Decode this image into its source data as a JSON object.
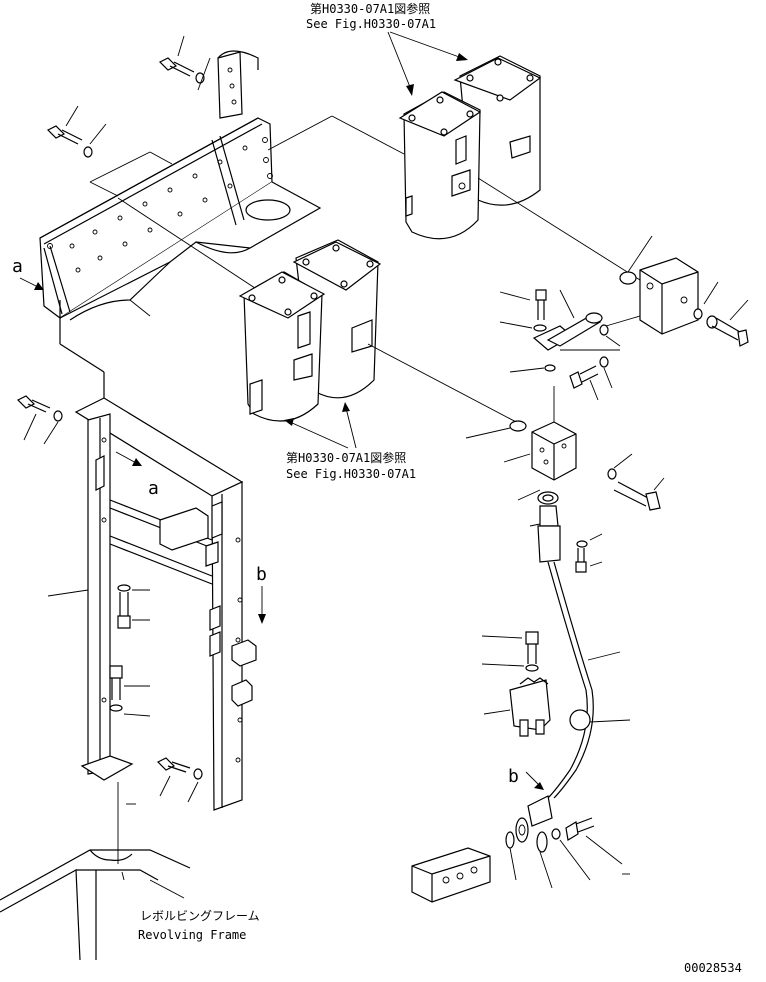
{
  "labels": {
    "ref_top_jp": "第H0330-07A1図参照",
    "ref_top_en": "See Fig.H0330-07A1",
    "ref_mid_jp": "第H0330-07A1図参照",
    "ref_mid_en": "See Fig.H0330-07A1",
    "frame_jp": "レボルビングフレーム",
    "frame_en": "Revolving Frame",
    "marker_a": "a",
    "marker_b": "b",
    "drawing_number": "00028534"
  }
}
